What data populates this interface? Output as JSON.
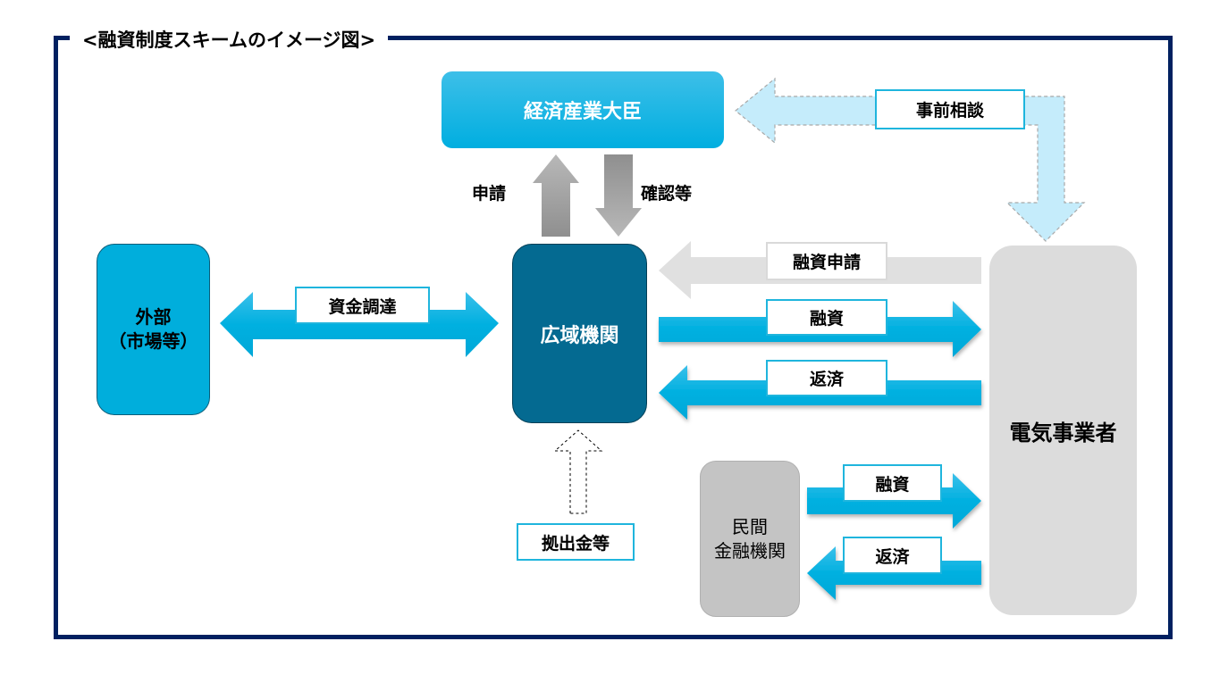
{
  "title": "<融資制度スキームのイメージ図>",
  "colors": {
    "frame": "#002060",
    "minister": "#17b3e3",
    "occto": "#046a91",
    "external": "#00aedc",
    "utility": "#dcdcdc",
    "private_bank": "#c4c4c4",
    "flow_blue": "#00b0e0",
    "flow_grey": "#e0e0e0",
    "consult_light": "#c5ecfb"
  },
  "nodes": {
    "minister": "経済産業大臣",
    "occto": "広域機関",
    "external": "外部\n（市場等）",
    "utility": "電気事業者",
    "private_bank": "民間\n金融機関"
  },
  "flows": {
    "apply": "申請",
    "confirm": "確認等",
    "pre_consult": "事前相談",
    "fundraising": "資金調達",
    "loan_apply": "融資申請",
    "loan": "融資",
    "repay": "返済",
    "contribution": "拠出金等",
    "private_loan": "融資",
    "private_repay": "返済"
  }
}
